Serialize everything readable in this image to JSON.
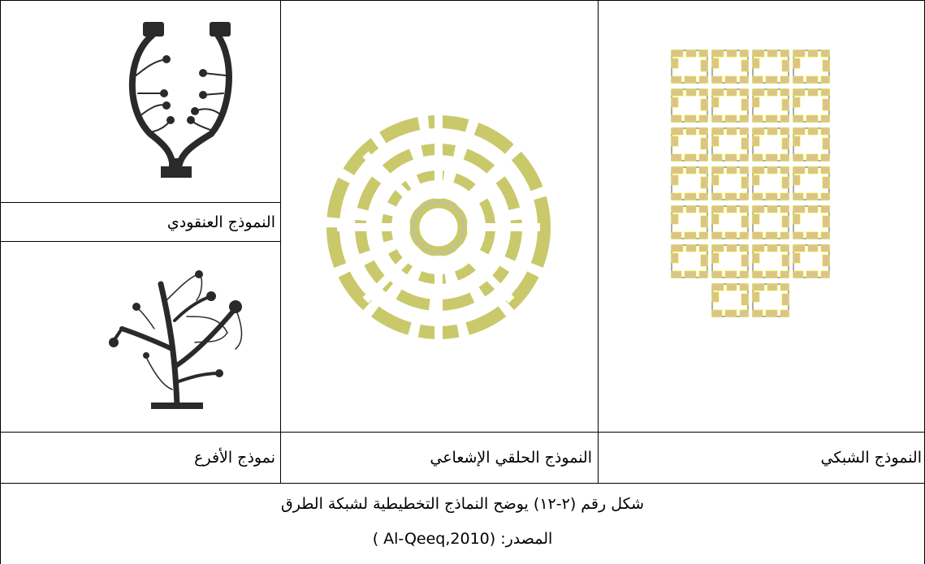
{
  "labels": {
    "tree_model": "النموذج العنقودي",
    "branch_model": "نموذج الأفرع",
    "radial_model": "النموذج الحلقي الإشعاعي",
    "grid_model": "النموذج الشبكي"
  },
  "caption": {
    "line1": "شكل رقم (٢-١٢) يوضح  النماذج التخطيطية لشبكة الطرق",
    "line2": "المصدر: (Al-Qeeq,2010 )"
  },
  "colors": {
    "ring_fill": "#c9c96b",
    "block_fill": "#dcc38c",
    "block_border": "#e6e600",
    "tree_ink": "#2a2a2a"
  }
}
